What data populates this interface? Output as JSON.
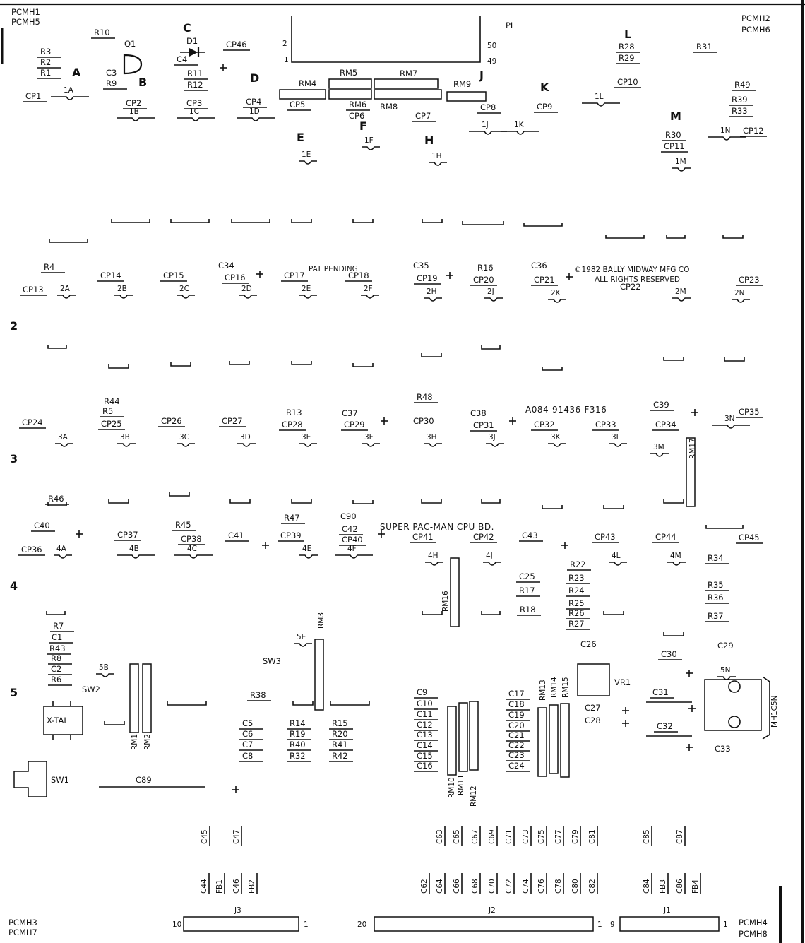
{
  "corners": {
    "top_left": [
      "PCMH1",
      "PCMH5"
    ],
    "top_right": [
      "PCMH2",
      "PCMH6"
    ],
    "bottom_left": [
      "PCMH3",
      "PCMH7"
    ],
    "bottom_right": [
      "PCMH4",
      "PCMH8"
    ]
  },
  "titles": {
    "board": "SUPER PAC-MAN CPU BD.",
    "copyright_1": "©1982 BALLY MIDWAY MFG CO",
    "copyright_2": "ALL RIGHTS RESERVED",
    "patent": "PAT PENDING",
    "part_number": "A084-91436-F316"
  },
  "column_letters": [
    "A",
    "B",
    "C",
    "D",
    "E",
    "F",
    "H",
    "J",
    "K",
    "L",
    "M"
  ],
  "row_numbers": [
    "2",
    "3",
    "4",
    "5"
  ],
  "sockets": [
    "1A",
    "1B",
    "1C",
    "1D",
    "1E",
    "1F",
    "1H",
    "1J",
    "1K",
    "1L",
    "1M",
    "1N",
    "2A",
    "2B",
    "2C",
    "2D",
    "2E",
    "2F",
    "2H",
    "2J",
    "2K",
    "2M",
    "2N",
    "3A",
    "3B",
    "3C",
    "3D",
    "3E",
    "3F",
    "3H",
    "3J",
    "3K",
    "3L",
    "3M",
    "3N",
    "4A",
    "4B",
    "4C",
    "4E",
    "4F",
    "4H",
    "4J",
    "4L",
    "4M",
    "5B",
    "5E",
    "5N"
  ],
  "components": {
    "top": [
      "R10",
      "Q1",
      "D1",
      "C4",
      "R11",
      "R12",
      "CP46",
      "R3",
      "R2",
      "R1",
      "C3",
      "R9",
      "CP1",
      "CP2",
      "CP3",
      "CP4",
      "CP5",
      "RM4",
      "RM5",
      "RM6",
      "CP6",
      "RM7",
      "RM8",
      "CP7",
      "RM9",
      "CP8",
      "CP9",
      "R28",
      "R29",
      "CP10",
      "R31",
      "R49",
      "R39",
      "R33",
      "CP12",
      "R30",
      "CP11"
    ],
    "row2": [
      "R4",
      "CP13",
      "CP14",
      "CP15",
      "C34",
      "CP16",
      "CP17",
      "CP18",
      "C35",
      "CP19",
      "R16",
      "CP20",
      "C36",
      "CP21",
      "CP22",
      "CP23"
    ],
    "row3": [
      "R44",
      "R5",
      "CP25",
      "CP24",
      "CP26",
      "CP27",
      "R13",
      "CP28",
      "C37",
      "CP29",
      "R48",
      "CP30",
      "C38",
      "CP31",
      "CP32",
      "CP33",
      "C39",
      "CP34",
      "CP35",
      "RM17",
      "R46"
    ],
    "row4": [
      "C40",
      "CP36",
      "CP37",
      "R45",
      "CP38",
      "C41",
      "R47",
      "CP39",
      "C90",
      "C42",
      "CP40",
      "CP41",
      "CP42",
      "C43",
      "CP43",
      "CP44",
      "CP45",
      "C25",
      "R17",
      "R18",
      "R22",
      "R23",
      "R24",
      "R25",
      "R26",
      "R27",
      "R34",
      "R35",
      "R36",
      "R37",
      "RM16"
    ],
    "row5": [
      "R7",
      "C1",
      "R43",
      "R8",
      "C2",
      "R6",
      "SW2",
      "SW3",
      "RM3",
      "R38",
      "C5",
      "C6",
      "C7",
      "C8",
      "R14",
      "R19",
      "R40",
      "R32",
      "R15",
      "R20",
      "R41",
      "R42",
      "C9",
      "C10",
      "C11",
      "C12",
      "C13",
      "C14",
      "C15",
      "C16",
      "C17",
      "C18",
      "C19",
      "C20",
      "C21",
      "C22",
      "C23",
      "C24",
      "RM13",
      "RM14",
      "RM15",
      "C26",
      "VR1",
      "C27",
      "C28",
      "C29",
      "C30",
      "C31",
      "C32",
      "C33",
      "MH1C5N",
      "X-TAL",
      "SW1",
      "C89",
      "RM1",
      "RM2",
      "RM10",
      "RM11",
      "RM12"
    ],
    "bottom_top": [
      "C45",
      "C47",
      "C63",
      "C65",
      "C67",
      "C69",
      "C71",
      "C73",
      "C75",
      "C77",
      "C79",
      "C81",
      "C85",
      "C87"
    ],
    "bottom_low": [
      "C44",
      "FB1",
      "C46",
      "FB2",
      "C62",
      "C64",
      "C66",
      "C68",
      "C70",
      "C72",
      "C74",
      "C76",
      "C78",
      "C80",
      "C82",
      "C84",
      "FB3",
      "C86",
      "FB4"
    ]
  },
  "connectors": {
    "P1": {
      "name": "PI",
      "pins_left": [
        "2",
        "1"
      ],
      "pins_right": [
        "50",
        "49"
      ]
    },
    "J3": {
      "name": "J3",
      "pin_a": "10",
      "pin_b": "1"
    },
    "J2": {
      "name": "J2",
      "pin_a": "20",
      "pin_b": "1"
    },
    "J1": {
      "name": "J1",
      "pin_a": "9",
      "pin_b": "1"
    }
  }
}
